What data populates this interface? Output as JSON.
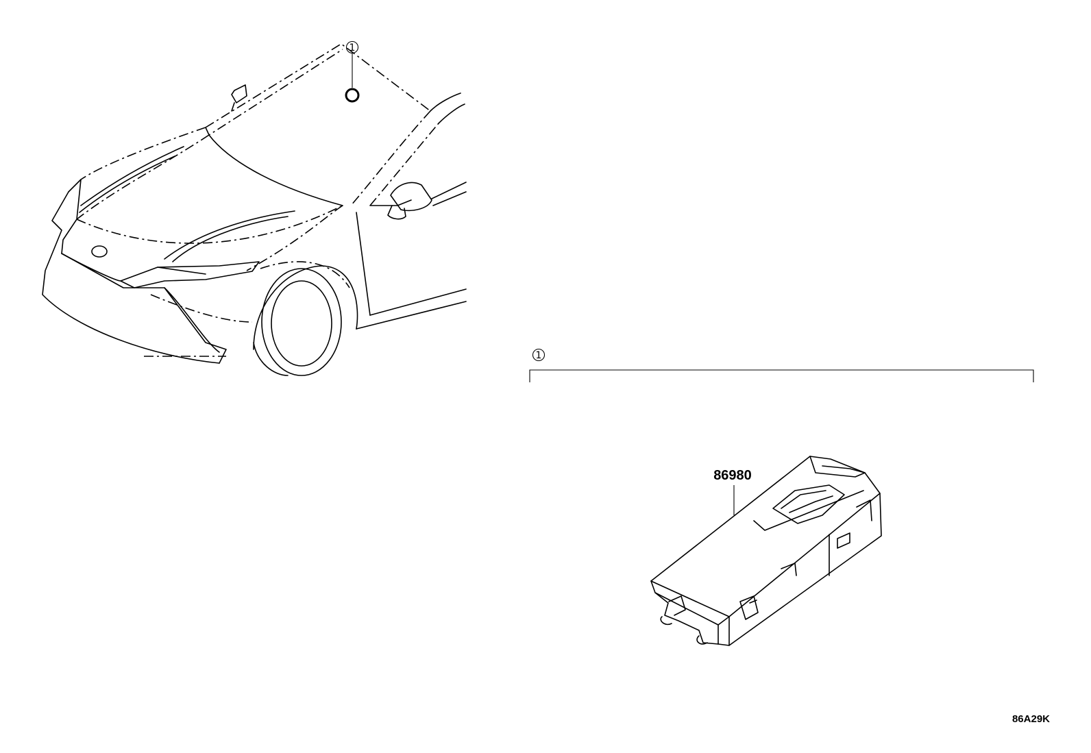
{
  "diagram": {
    "callouts": [
      {
        "id": "callout-car",
        "number": "1"
      },
      {
        "id": "callout-bracket",
        "number": "1"
      }
    ],
    "parts": [
      {
        "part_number": "86980"
      }
    ],
    "reference_code": "86A29K"
  }
}
